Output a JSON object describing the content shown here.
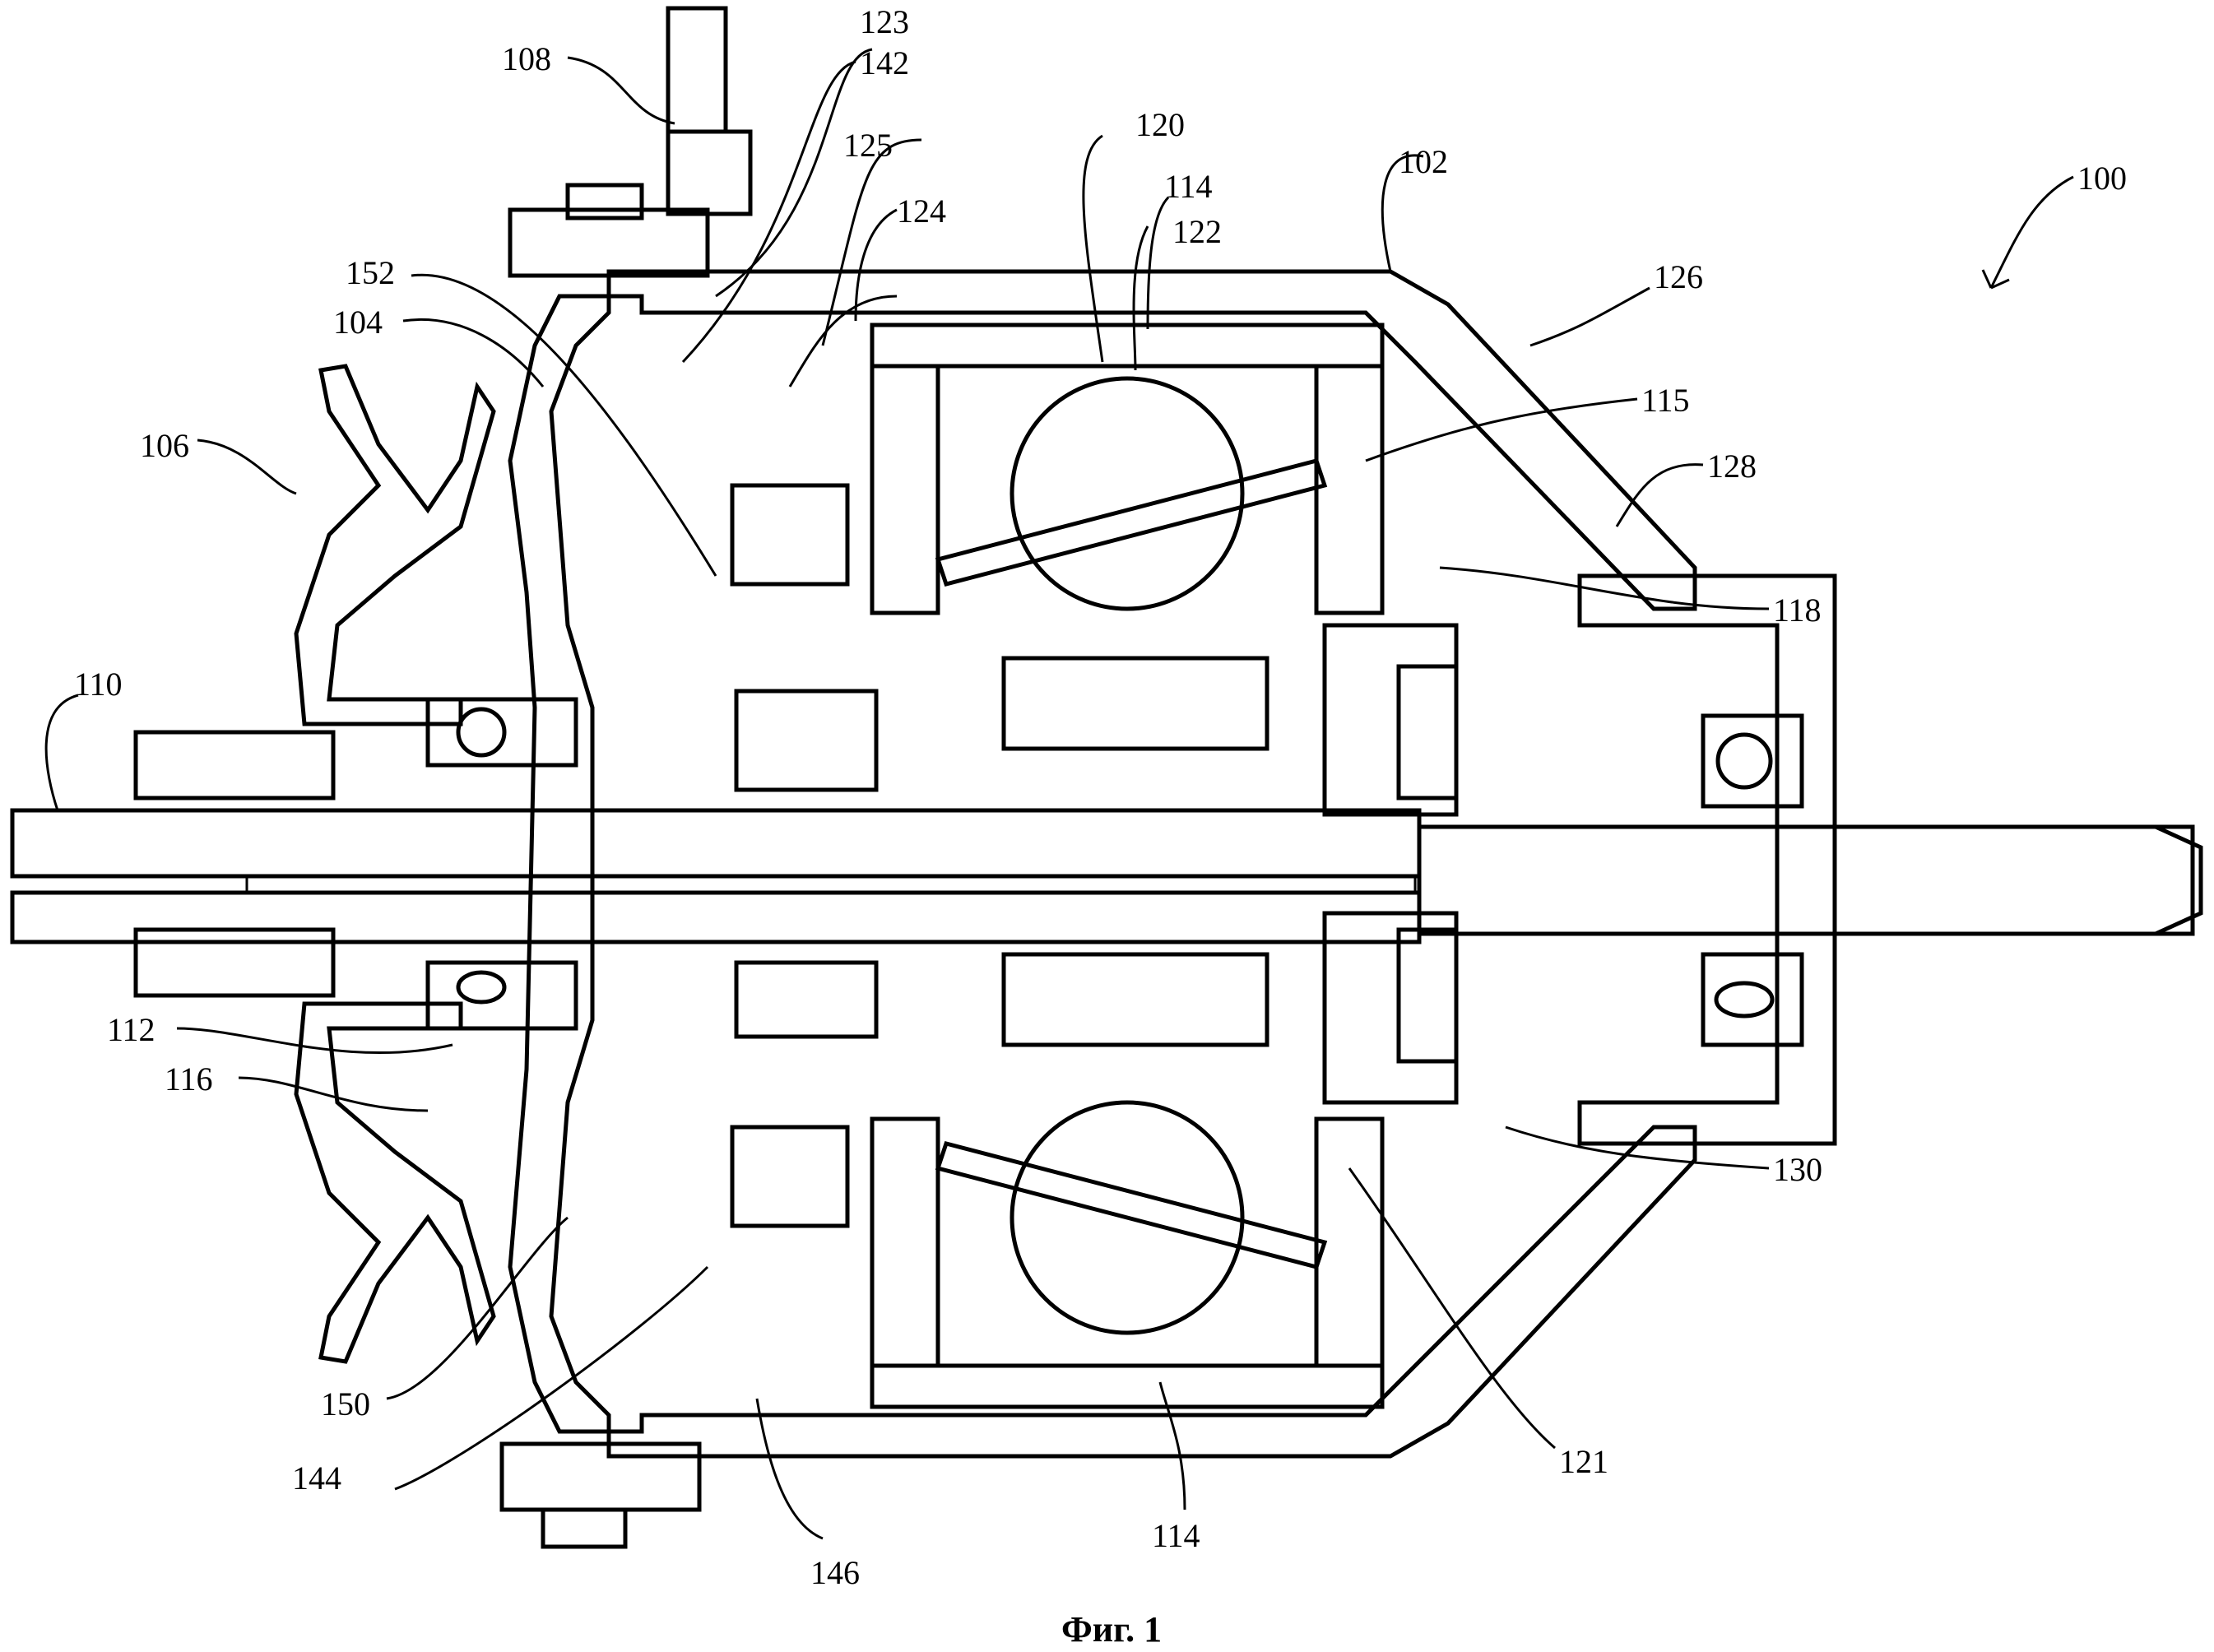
{
  "figure": {
    "caption": "Фиг. 1",
    "reference_labels": [
      "100",
      "102",
      "104",
      "106",
      "108",
      "110",
      "112",
      "114",
      "114",
      "115",
      "116",
      "118",
      "120",
      "121",
      "122",
      "123",
      "124",
      "125",
      "126",
      "128",
      "130",
      "142",
      "144",
      "146",
      "150",
      "152"
    ]
  }
}
